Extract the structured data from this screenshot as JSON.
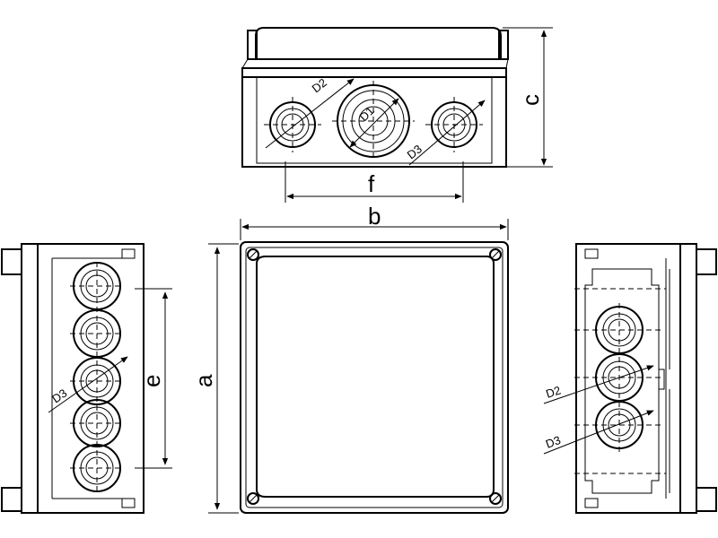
{
  "labels": {
    "a": "a",
    "b": "b",
    "c": "c",
    "e": "e",
    "f": "f",
    "d1": "D1",
    "d2": "D2",
    "d3": "D3"
  }
}
